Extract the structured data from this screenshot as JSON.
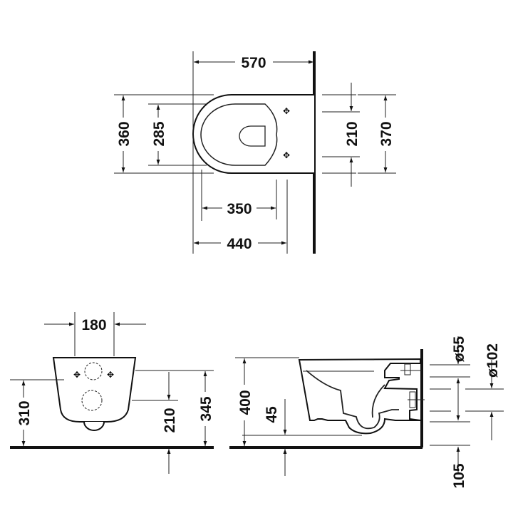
{
  "top_view": {
    "dims": {
      "length": "570",
      "width_outer": "360",
      "width_inner": "285",
      "depth_350": "350",
      "depth_440": "440",
      "bolt_spacing": "210",
      "mount_width": "370"
    }
  },
  "front_view": {
    "dims": {
      "bolt_distance": "180",
      "height_310": "310",
      "height_210": "210",
      "height_345": "345"
    }
  },
  "side_view": {
    "dims": {
      "height_400": "400",
      "height_45": "45",
      "inlet_diameter": "ø55",
      "outlet_diameter": "ø102",
      "height_105": "105"
    }
  },
  "colors": {
    "line": "#111111",
    "background": "#ffffff"
  }
}
